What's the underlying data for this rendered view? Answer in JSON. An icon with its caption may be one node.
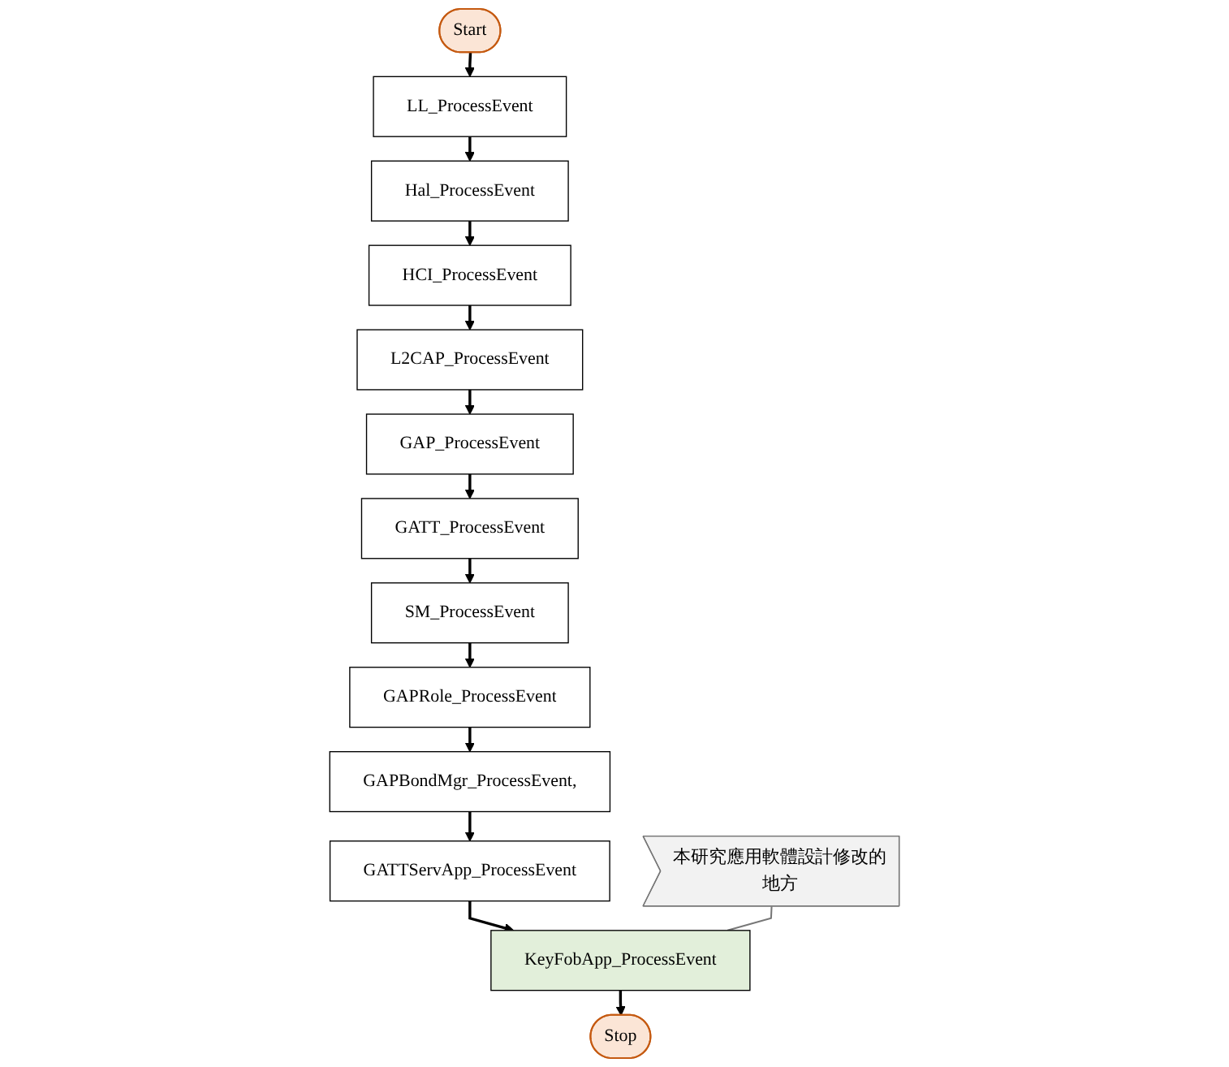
{
  "diagram": {
    "nodes": [
      {
        "text": [
          "Start"
        ]
      },
      {
        "text": [
          "LL_ProcessEvent"
        ]
      },
      {
        "text": [
          "Hal_ProcessEvent"
        ]
      },
      {
        "text": [
          "HCI_ProcessEvent"
        ]
      },
      {
        "text": [
          "L2CAP_ProcessEvent"
        ]
      },
      {
        "text": [
          "GAP_ProcessEvent"
        ]
      },
      {
        "text": [
          "GATT_ProcessEvent"
        ]
      },
      {
        "text": [
          "SM_ProcessEvent"
        ]
      },
      {
        "text": [
          "GAPRole_ProcessEvent"
        ]
      },
      {
        "text": [
          "GAPBondMgr_ProcessEvent,"
        ]
      },
      {
        "text": [
          "GATTServApp_ProcessEvent"
        ]
      },
      {
        "text": [
          "KeyFobApp_ProcessEvent"
        ]
      },
      {
        "text": [
          "Stop"
        ]
      },
      {
        "text": [
          "本研究應用軟體設計修改的地方"
        ]
      }
    ],
    "edges": [
      {
        "from": 0,
        "to": 1,
        "arrow": "to"
      },
      {
        "from": 1,
        "to": 2,
        "arrow": "to"
      },
      {
        "from": 2,
        "to": 3,
        "arrow": "to"
      },
      {
        "from": 3,
        "to": 4,
        "arrow": "to"
      },
      {
        "from": 4,
        "to": 5,
        "arrow": "to"
      },
      {
        "from": 5,
        "to": 6,
        "arrow": "to"
      },
      {
        "from": 6,
        "to": 7,
        "arrow": "to"
      },
      {
        "from": 7,
        "to": 8,
        "arrow": "to"
      },
      {
        "from": 8,
        "to": 9,
        "arrow": "to"
      },
      {
        "from": 9,
        "to": 10,
        "arrow": "to"
      },
      {
        "from": 10,
        "to": 11,
        "arrow": "to"
      },
      {
        "from": 11,
        "to": 12,
        "arrow": "to"
      },
      {
        "from": 13,
        "to": 11,
        "arrow": "none",
        "color": "#777777"
      }
    ]
  }
}
